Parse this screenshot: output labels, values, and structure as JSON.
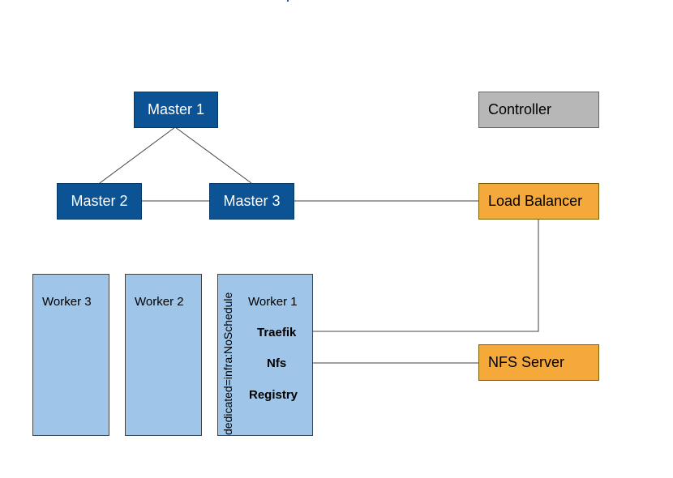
{
  "nodes": {
    "master1": "Master 1",
    "master2": "Master 2",
    "master3": "Master 3",
    "controller": "Controller",
    "load_balancer": "Load Balancer",
    "nfs_server": "NFS Server"
  },
  "workers": {
    "worker3": "Worker 3",
    "worker2": "Worker 2",
    "worker1": {
      "label": "Worker 1",
      "taint": "dedicated=infra:NoSchedule",
      "services": [
        "Traefik",
        "Nfs",
        "Registry"
      ]
    }
  },
  "colors": {
    "master": "#0b5394",
    "worker": "#9fc5e8",
    "controller": "#b7b7b7",
    "highlight": "#f6a93b",
    "connector": "#434343"
  }
}
